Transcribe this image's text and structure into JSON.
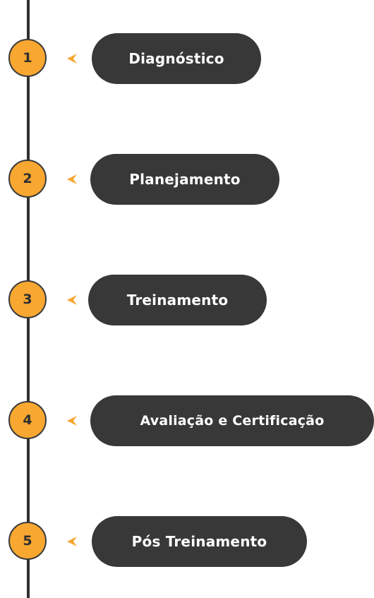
{
  "steps": [
    {
      "number": "1",
      "label": "Diagnóstico"
    },
    {
      "number": "2",
      "label": "Planejamento"
    },
    {
      "number": "3",
      "label": "Treinamento"
    },
    {
      "number": "4",
      "label": "Avaliação e Certificação"
    },
    {
      "number": "5",
      "label": "Pós Treinamento"
    }
  ],
  "colors": {
    "accent": "#f8a731",
    "pill": "#383838",
    "line": "#2f2f2f",
    "text_on_pill": "#ffffff"
  },
  "icons": {
    "pointer": "chevron-left-icon"
  }
}
